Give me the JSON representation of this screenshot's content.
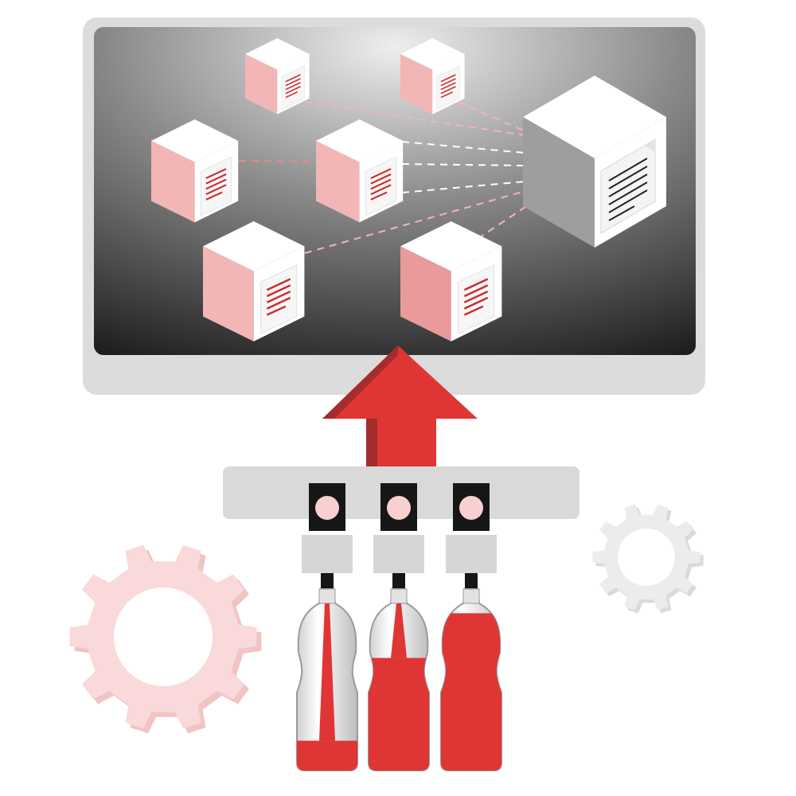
{
  "palette": {
    "accent_red": "#e03535",
    "dark_red": "#a52c2c",
    "pink_face": "#f2b6b6",
    "pink_light": "#f9d9d9",
    "pink_mid": "#ea9a9a",
    "monitor_frame": "#dcdcdc",
    "gear_gray": "#ececec",
    "screen_center": "#eeeeee",
    "screen_edge": "#1e1e1e"
  },
  "icons": {
    "monitor": "monitor-icon",
    "network_nodes": "cube-icon",
    "central_server": "server-cube-icon",
    "document": "document-icon",
    "upload_arrow": "arrow-up-icon",
    "nozzles": "nozzle-icon",
    "bottles": "bottle-icon",
    "gear_large": "gear-icon",
    "gear_small": "gear-icon"
  },
  "bottles": [
    {
      "name": "bottle-1",
      "fill_level": 0.18
    },
    {
      "name": "bottle-2",
      "fill_level": 0.68
    },
    {
      "name": "bottle-3",
      "fill_level": 0.95
    }
  ]
}
